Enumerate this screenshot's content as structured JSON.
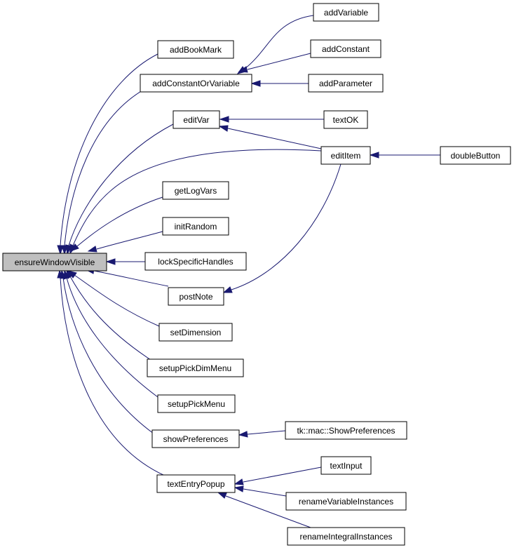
{
  "colors": {
    "edge": "#191970",
    "root_fill": "#bfbfbf",
    "node_fill": "#ffffff"
  },
  "nodes": {
    "ensureWindowVisible": "ensureWindowVisible",
    "addBookMark": "addBookMark",
    "addConstantOrVariable": "addConstantOrVariable",
    "addVariable": "addVariable",
    "addConstant": "addConstant",
    "addParameter": "addParameter",
    "editVar": "editVar",
    "textOK": "textOK",
    "editItem": "editItem",
    "doubleButton": "doubleButton",
    "getLogVars": "getLogVars",
    "initRandom": "initRandom",
    "lockSpecificHandles": "lockSpecificHandles",
    "postNote": "postNote",
    "setDimension": "setDimension",
    "setupPickDimMenu": "setupPickDimMenu",
    "setupPickMenu": "setupPickMenu",
    "showPreferences": "showPreferences",
    "tkMacShowPreferences": "tk::mac::ShowPreferences",
    "textEntryPopup": "textEntryPopup",
    "textInput": "textInput",
    "renameVariableInstances": "renameVariableInstances",
    "renameIntegralInstances": "renameIntegralInstances"
  }
}
